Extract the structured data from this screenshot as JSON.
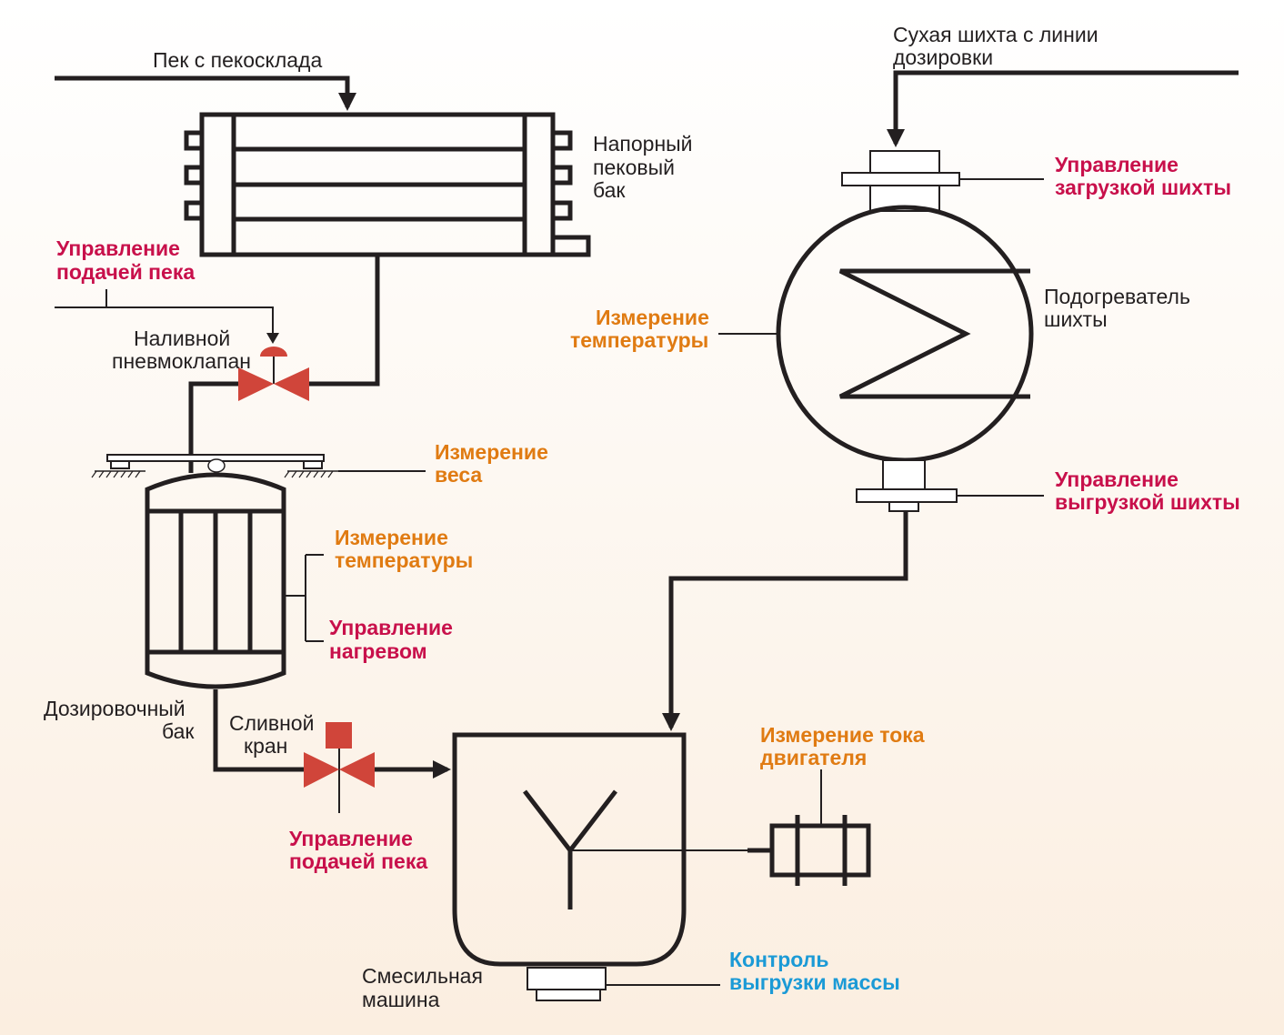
{
  "colors": {
    "control": "#c8104b",
    "measurement": "#e07b12",
    "info": "#1b9ad6",
    "valve": "#d0453a",
    "line": "#231f20"
  },
  "labels": {
    "pitch_source": "Пек с пекосклада",
    "dry_charge_1": "Сухая шихта с линии",
    "dry_charge_2": "дозировки",
    "pressure_tank_1": "Напорный",
    "pressure_tank_2": "пековый",
    "pressure_tank_3": "бак",
    "fill_valve_1": "Наливной",
    "fill_valve_2": "пневмоклапан",
    "dosing_tank_1": "Дозировочный",
    "dosing_tank_2": "бак",
    "drain_valve_1": "Сливной",
    "drain_valve_2": "кран",
    "heater_1": "Подогреватель",
    "heater_2": "шихты",
    "mixer_1": "Смесильная",
    "mixer_2": "машина"
  },
  "control": {
    "pitch_feed_top_1": "Управление",
    "pitch_feed_top_2": "подачей пека",
    "charge_load_1": "Управление",
    "charge_load_2": "загрузкой шихты",
    "heating_1": "Управление",
    "heating_2": "нагревом",
    "charge_unload_1": "Управление",
    "charge_unload_2": "выгрузкой шихты",
    "pitch_feed_bottom_1": "Управление",
    "pitch_feed_bottom_2": "подачей пека"
  },
  "measurement": {
    "weight_1": "Измерение",
    "weight_2": "веса",
    "tank_temp_1": "Измерение",
    "tank_temp_2": "температуры",
    "heater_temp_1": "Измерение",
    "heater_temp_2": "температуры",
    "motor_current_1": "Измерение тока",
    "motor_current_2": "двигателя"
  },
  "info": {
    "unload_1": "Контроль",
    "unload_2": "выгрузки массы"
  },
  "icons": [
    "pneumatic-valve-icon",
    "drain-valve-icon",
    "load-cell-icon",
    "motor-icon",
    "arrow-icon"
  ]
}
